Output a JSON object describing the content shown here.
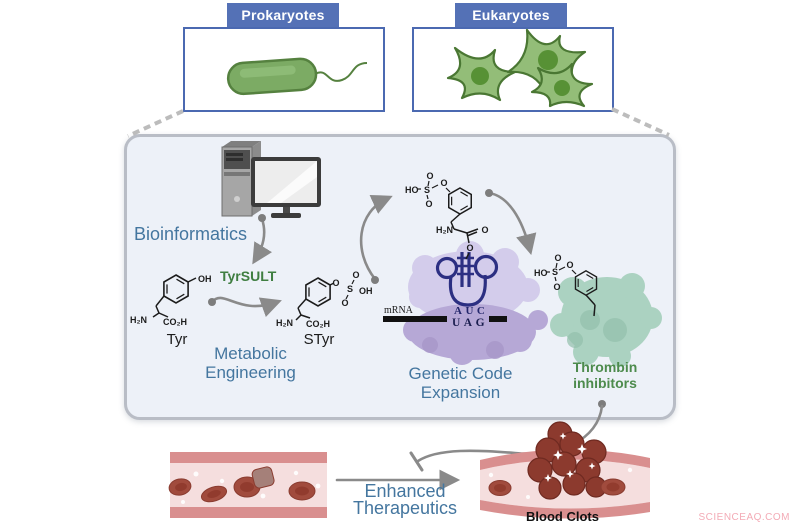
{
  "top_boxes": {
    "prokaryotes_label": "Prokaryotes",
    "eukaryotes_label": "Eukaryotes"
  },
  "workflow": {
    "bioinformatics": "Bioinformatics",
    "enzyme": "TyrSULT",
    "metabolic_line1": "Metabolic",
    "metabolic_line2": "Engineering",
    "gce_line1": "Genetic Code",
    "gce_line2": "Expansion",
    "thrombin_line1": "Thrombin",
    "thrombin_line2": "inhibitors",
    "tyr": "Tyr",
    "styr": "STyr"
  },
  "ribosome": {
    "mrna": "mRNA",
    "anticodon": "AUC",
    "codon": "UAG"
  },
  "chem": {
    "h2n": "H₂N",
    "co2h": "CO₂H",
    "oh": "OH",
    "ho": "HO",
    "o": "O",
    "s": "S"
  },
  "bottom": {
    "enhanced_line1": "Enhanced",
    "enhanced_line2": "Therapeutics",
    "blood_clots": "Blood Clots",
    "watermark": "SCIENCEAQ.COM"
  },
  "colors": {
    "header_blue": "#5471b6",
    "box_border_blue": "#4b69b1",
    "label_blue": "#44769f",
    "enzyme_green": "#3f7e41",
    "thrombin_green": "#4d8b4d",
    "panel_bg": "#edf1f8",
    "arrow_gray": "#8a8a8a",
    "bacterium_green": "#7cab64",
    "cell_green": "#93bd78",
    "ribosome_purple_light": "#d3cceb",
    "ribosome_purple_dark": "#b6a8d6",
    "trna_navy": "#2c2f82",
    "thrombin_teal": "#abd2c1",
    "vessel_wall_pink": "#d98f8f",
    "vessel_lumen": "#f5dede",
    "rbc_red": "#a14b3d",
    "clot_red": "#8c3a2e",
    "watermark_pink": "#f3abb6"
  }
}
